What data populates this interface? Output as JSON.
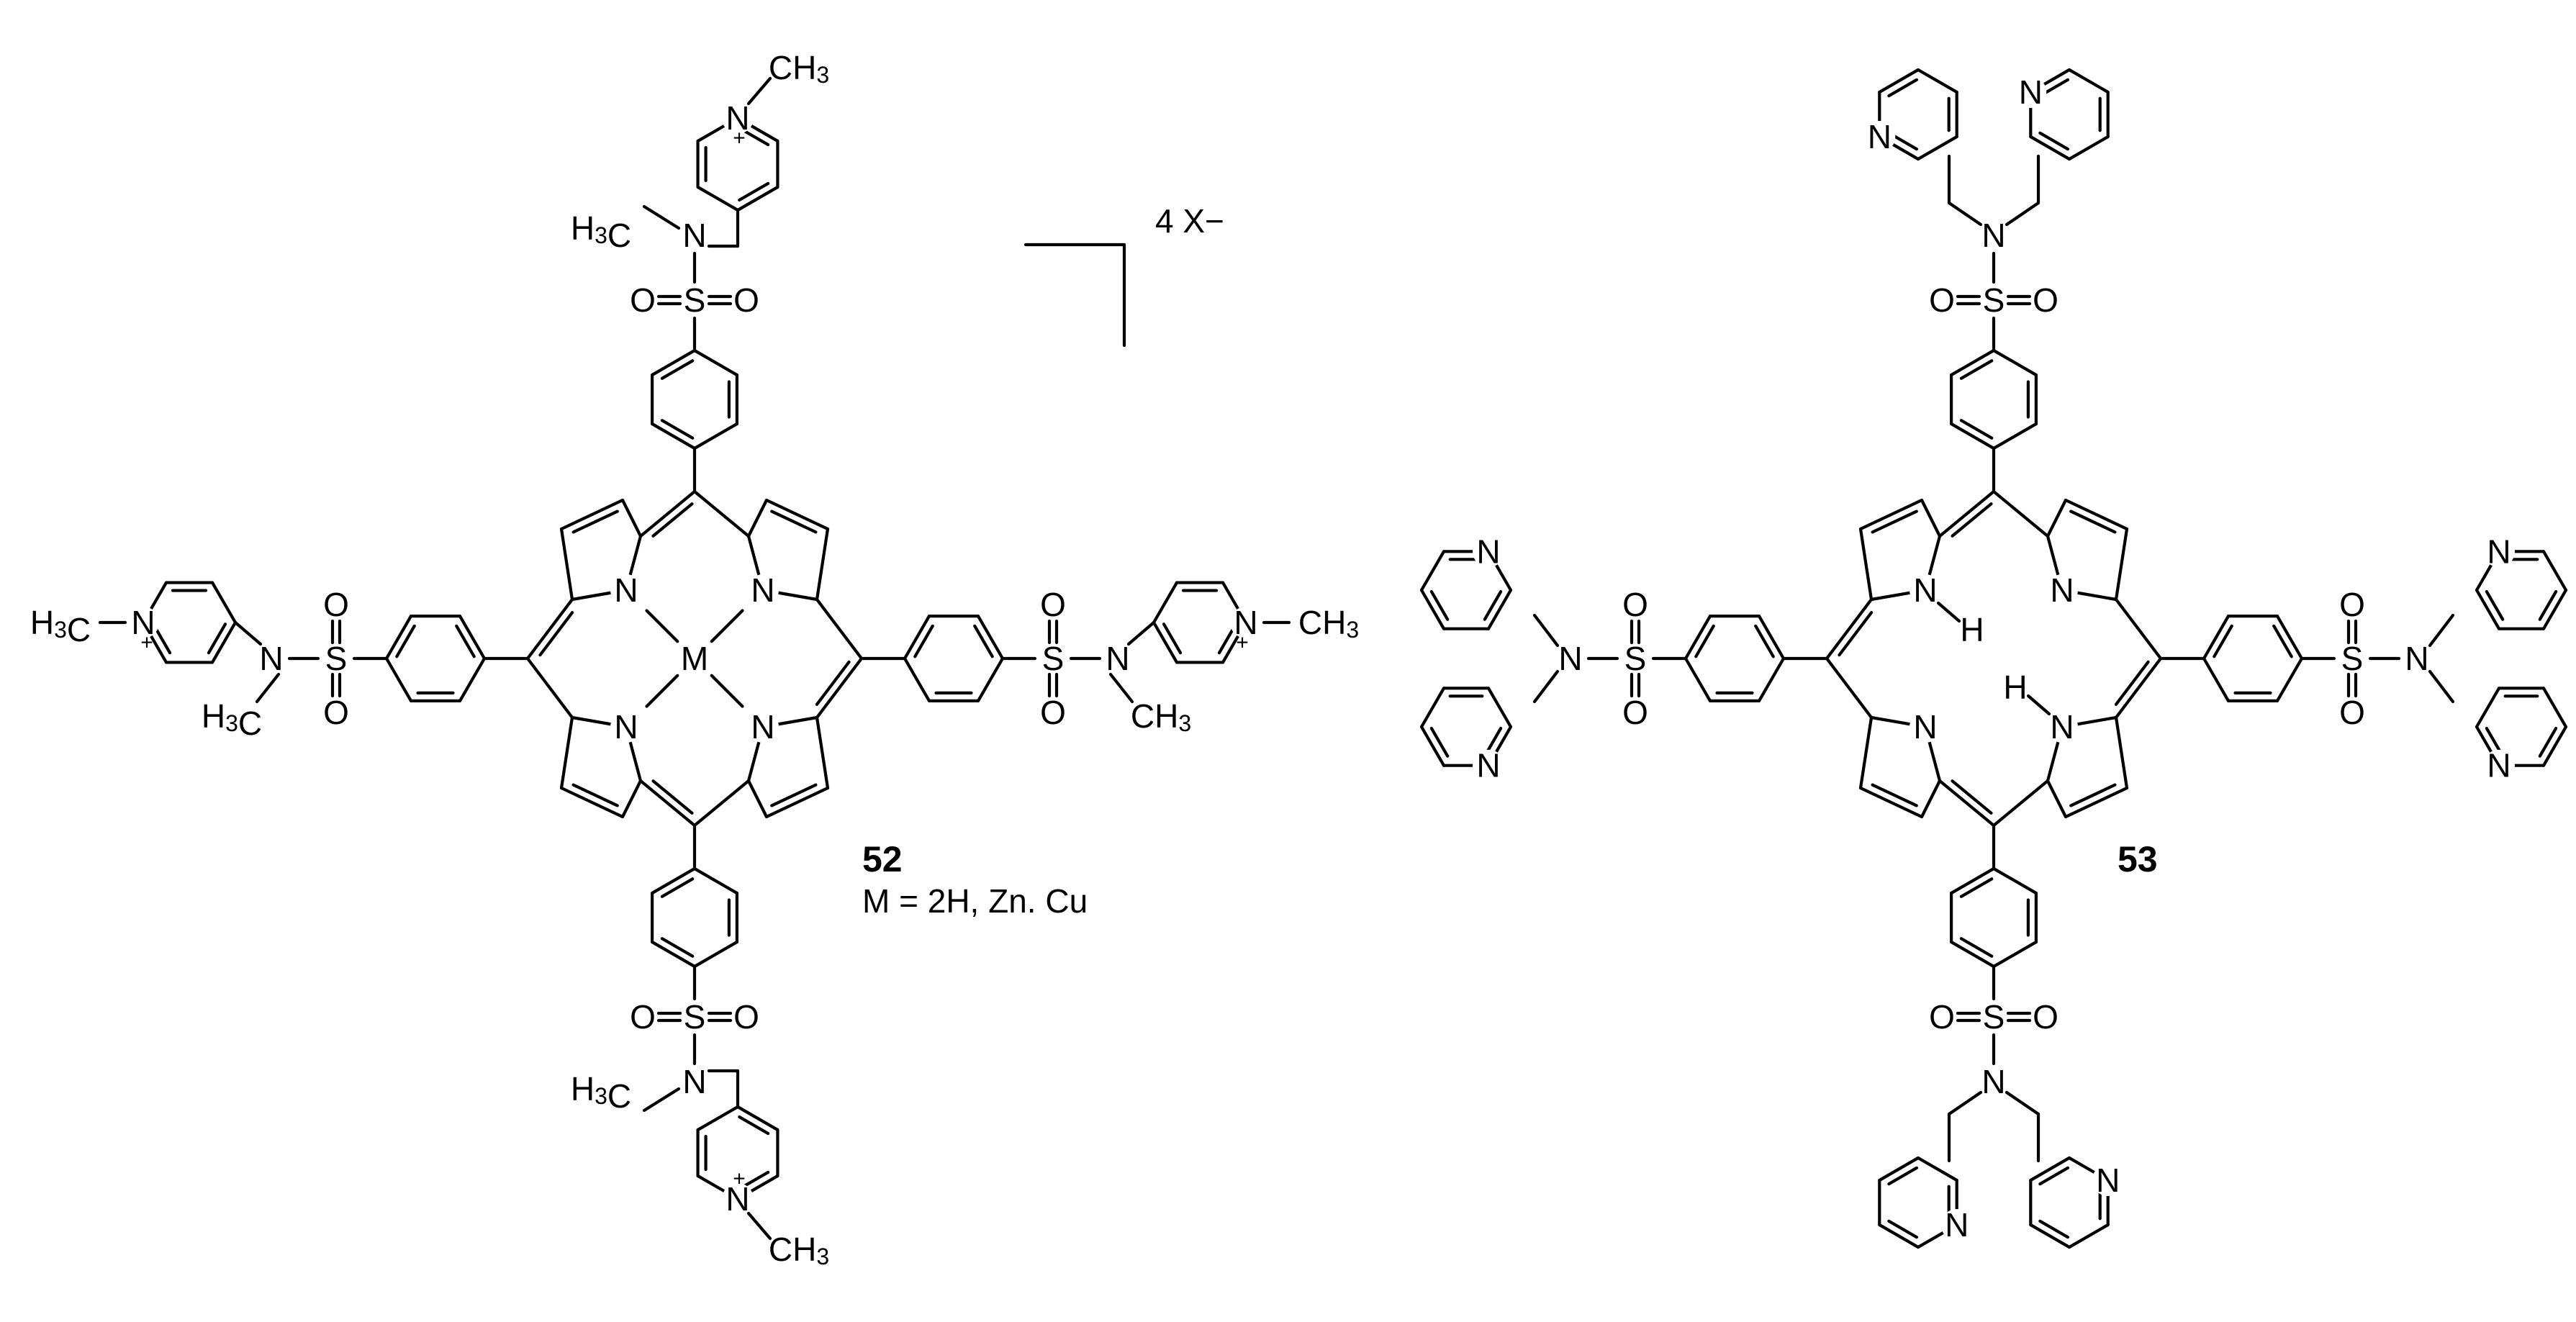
{
  "compounds": [
    {
      "id": "52",
      "label": "52",
      "metal_label": "M = 2H, Zn. Cu",
      "center_atom": "M",
      "counterion": "4 X−",
      "substituent": {
        "n_methyl_label": "H3C",
        "pyridinium_n": "N",
        "pyridinium_charge": "+",
        "pyridinium_methyl": "CH3",
        "sulfonyl_s": "S",
        "sulfonyl_o": "O"
      }
    },
    {
      "id": "53",
      "label": "53",
      "inner_nh_label": "H",
      "substituent": {
        "amine_n": "N",
        "pyridine_n": "N",
        "sulfonyl_s": "S",
        "sulfonyl_o": "O"
      }
    }
  ],
  "style": {
    "bond_color": "#000000",
    "background": "#ffffff"
  }
}
